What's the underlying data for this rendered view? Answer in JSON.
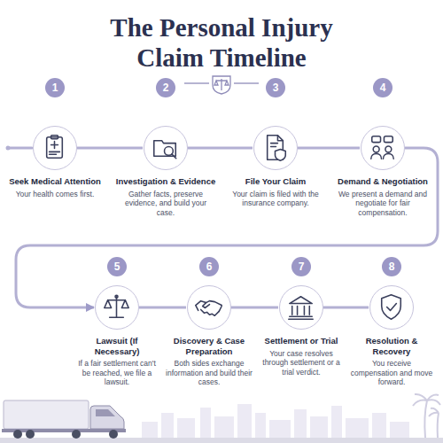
{
  "diagram": {
    "title": "The Personal Injury Claim Timeline",
    "nodes": [
      {
        "text": [
          "1",
          "Seek Medical Attention",
          "Your health comes first."
        ]
      },
      {
        "text": [
          "2",
          "Investigation & Evidence",
          "Gather facts, preserve evidence, and build your case."
        ]
      },
      {
        "text": [
          "3",
          "File Your Claim",
          "Your claim is filed with the insurance company."
        ]
      },
      {
        "text": [
          "4",
          "Demand & Negotiation",
          "We present a demand and negotiate for fair compensation."
        ]
      },
      {
        "text": [
          "5",
          "Lawsuit (If Necessary)",
          "If a fair settlement can't be reached, we file a lawsuit."
        ]
      },
      {
        "text": [
          "6",
          "Discovery & Case Preparation",
          "Both sides exchange information and build their cases."
        ]
      },
      {
        "text": [
          "7",
          "Settlement or Trial",
          "Your case resolves through settlement or a trial verdict."
        ]
      },
      {
        "text": [
          "8",
          "Resolution & Recovery",
          "You receive compensation and move forward."
        ]
      }
    ],
    "edges": [
      {
        "from": 0,
        "to": 1,
        "arrow": "none"
      },
      {
        "from": 1,
        "to": 2,
        "arrow": "none"
      },
      {
        "from": 2,
        "to": 3,
        "arrow": "none"
      },
      {
        "from": 3,
        "to": 4,
        "arrow": "to"
      },
      {
        "from": 4,
        "to": 5,
        "arrow": "none"
      },
      {
        "from": 5,
        "to": 6,
        "arrow": "none"
      },
      {
        "from": 6,
        "to": 7,
        "arrow": "none"
      }
    ]
  }
}
